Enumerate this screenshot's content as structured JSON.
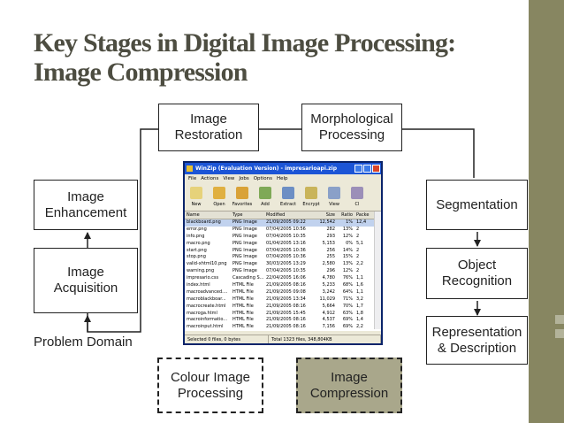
{
  "title": "Key Stages in Digital Image Processing: Image Compression",
  "colors": {
    "sidebar": "#878661",
    "highlight": "#a9a78b"
  },
  "diagram": {
    "image_restoration": "Image\nRestoration",
    "morphological_processing": "Morphological\nProcessing",
    "image_enhancement": "Image\nEnhancement",
    "segmentation": "Segmentation",
    "image_acquisition": "Image\nAcquisition",
    "object_recognition": "Object\nRecognition",
    "representation_description": "Representation\n& Description",
    "problem_domain": "Problem Domain",
    "colour_image_processing": "Colour Image\nProcessing",
    "image_compression": "Image\nCompression"
  },
  "winzip": {
    "title": "WinZip (Evaluation Version) - impresarioapi.zip",
    "menu": [
      "File",
      "Actions",
      "View",
      "Jobs",
      "Options",
      "Help"
    ],
    "tools": [
      {
        "label": "New",
        "color": "#e6d27a"
      },
      {
        "label": "Open",
        "color": "#e0b040"
      },
      {
        "label": "Favorites",
        "color": "#d9a237"
      },
      {
        "label": "Add",
        "color": "#7fa957"
      },
      {
        "label": "Extract",
        "color": "#6d8fc4"
      },
      {
        "label": "Encrypt",
        "color": "#c9b45a"
      },
      {
        "label": "View",
        "color": "#8aa0c8"
      },
      {
        "label": "Cl",
        "color": "#9c8fb8"
      }
    ],
    "columns": [
      "Name",
      "Type",
      "Modified",
      "Size",
      "Ratio",
      "Packe"
    ],
    "rows": [
      [
        "blackboard.png",
        "PNG Image",
        "21/09/2005 09:22",
        "12,542",
        "1%",
        "12,4"
      ],
      [
        "error.png",
        "PNG Image",
        "07/04/2005 10:56",
        "282",
        "13%",
        "2"
      ],
      [
        "info.png",
        "PNG Image",
        "07/04/2005 10:35",
        "293",
        "12%",
        "2"
      ],
      [
        "macro.png",
        "PNG Image",
        "01/04/2005 13:16",
        "5,153",
        "0%",
        "5,1"
      ],
      [
        "start.png",
        "PNG Image",
        "07/04/2005 10:36",
        "256",
        "14%",
        "2"
      ],
      [
        "stop.png",
        "PNG Image",
        "07/04/2005 10:36",
        "255",
        "15%",
        "2"
      ],
      [
        "valid-xhtml10.png",
        "PNG Image",
        "30/03/2005 13:29",
        "2,580",
        "13%",
        "2,2"
      ],
      [
        "warning.png",
        "PNG Image",
        "07/04/2005 10:35",
        "296",
        "12%",
        "2"
      ],
      [
        "impresario.css",
        "Cascading S...",
        "22/04/2005 16:06",
        "4,780",
        "76%",
        "1,1"
      ],
      [
        "index.html",
        "HTML File",
        "21/09/2005 08:16",
        "5,233",
        "68%",
        "1,6"
      ],
      [
        "macroadvanced....",
        "HTML File",
        "21/09/2005 09:08",
        "3,242",
        "64%",
        "1,1"
      ],
      [
        "macroblackboar...",
        "HTML File",
        "21/09/2005 13:34",
        "11,029",
        "71%",
        "3,2"
      ],
      [
        "macrocreate.html",
        "HTML File",
        "21/09/2005 08:16",
        "5,664",
        "70%",
        "1,7"
      ],
      [
        "macroga.html",
        "HTML File",
        "21/09/2005 15:45",
        "4,912",
        "63%",
        "1,8"
      ],
      [
        "macroinformatio...",
        "HTML File",
        "21/09/2005 08:16",
        "4,537",
        "69%",
        "1,4"
      ],
      [
        "macroinput.html",
        "HTML File",
        "21/09/2005 08:16",
        "7,156",
        "69%",
        "2,2"
      ]
    ],
    "status_left": "Selected 0 files, 0 bytes",
    "status_right": "Total 1323 files, 348,804KB"
  }
}
